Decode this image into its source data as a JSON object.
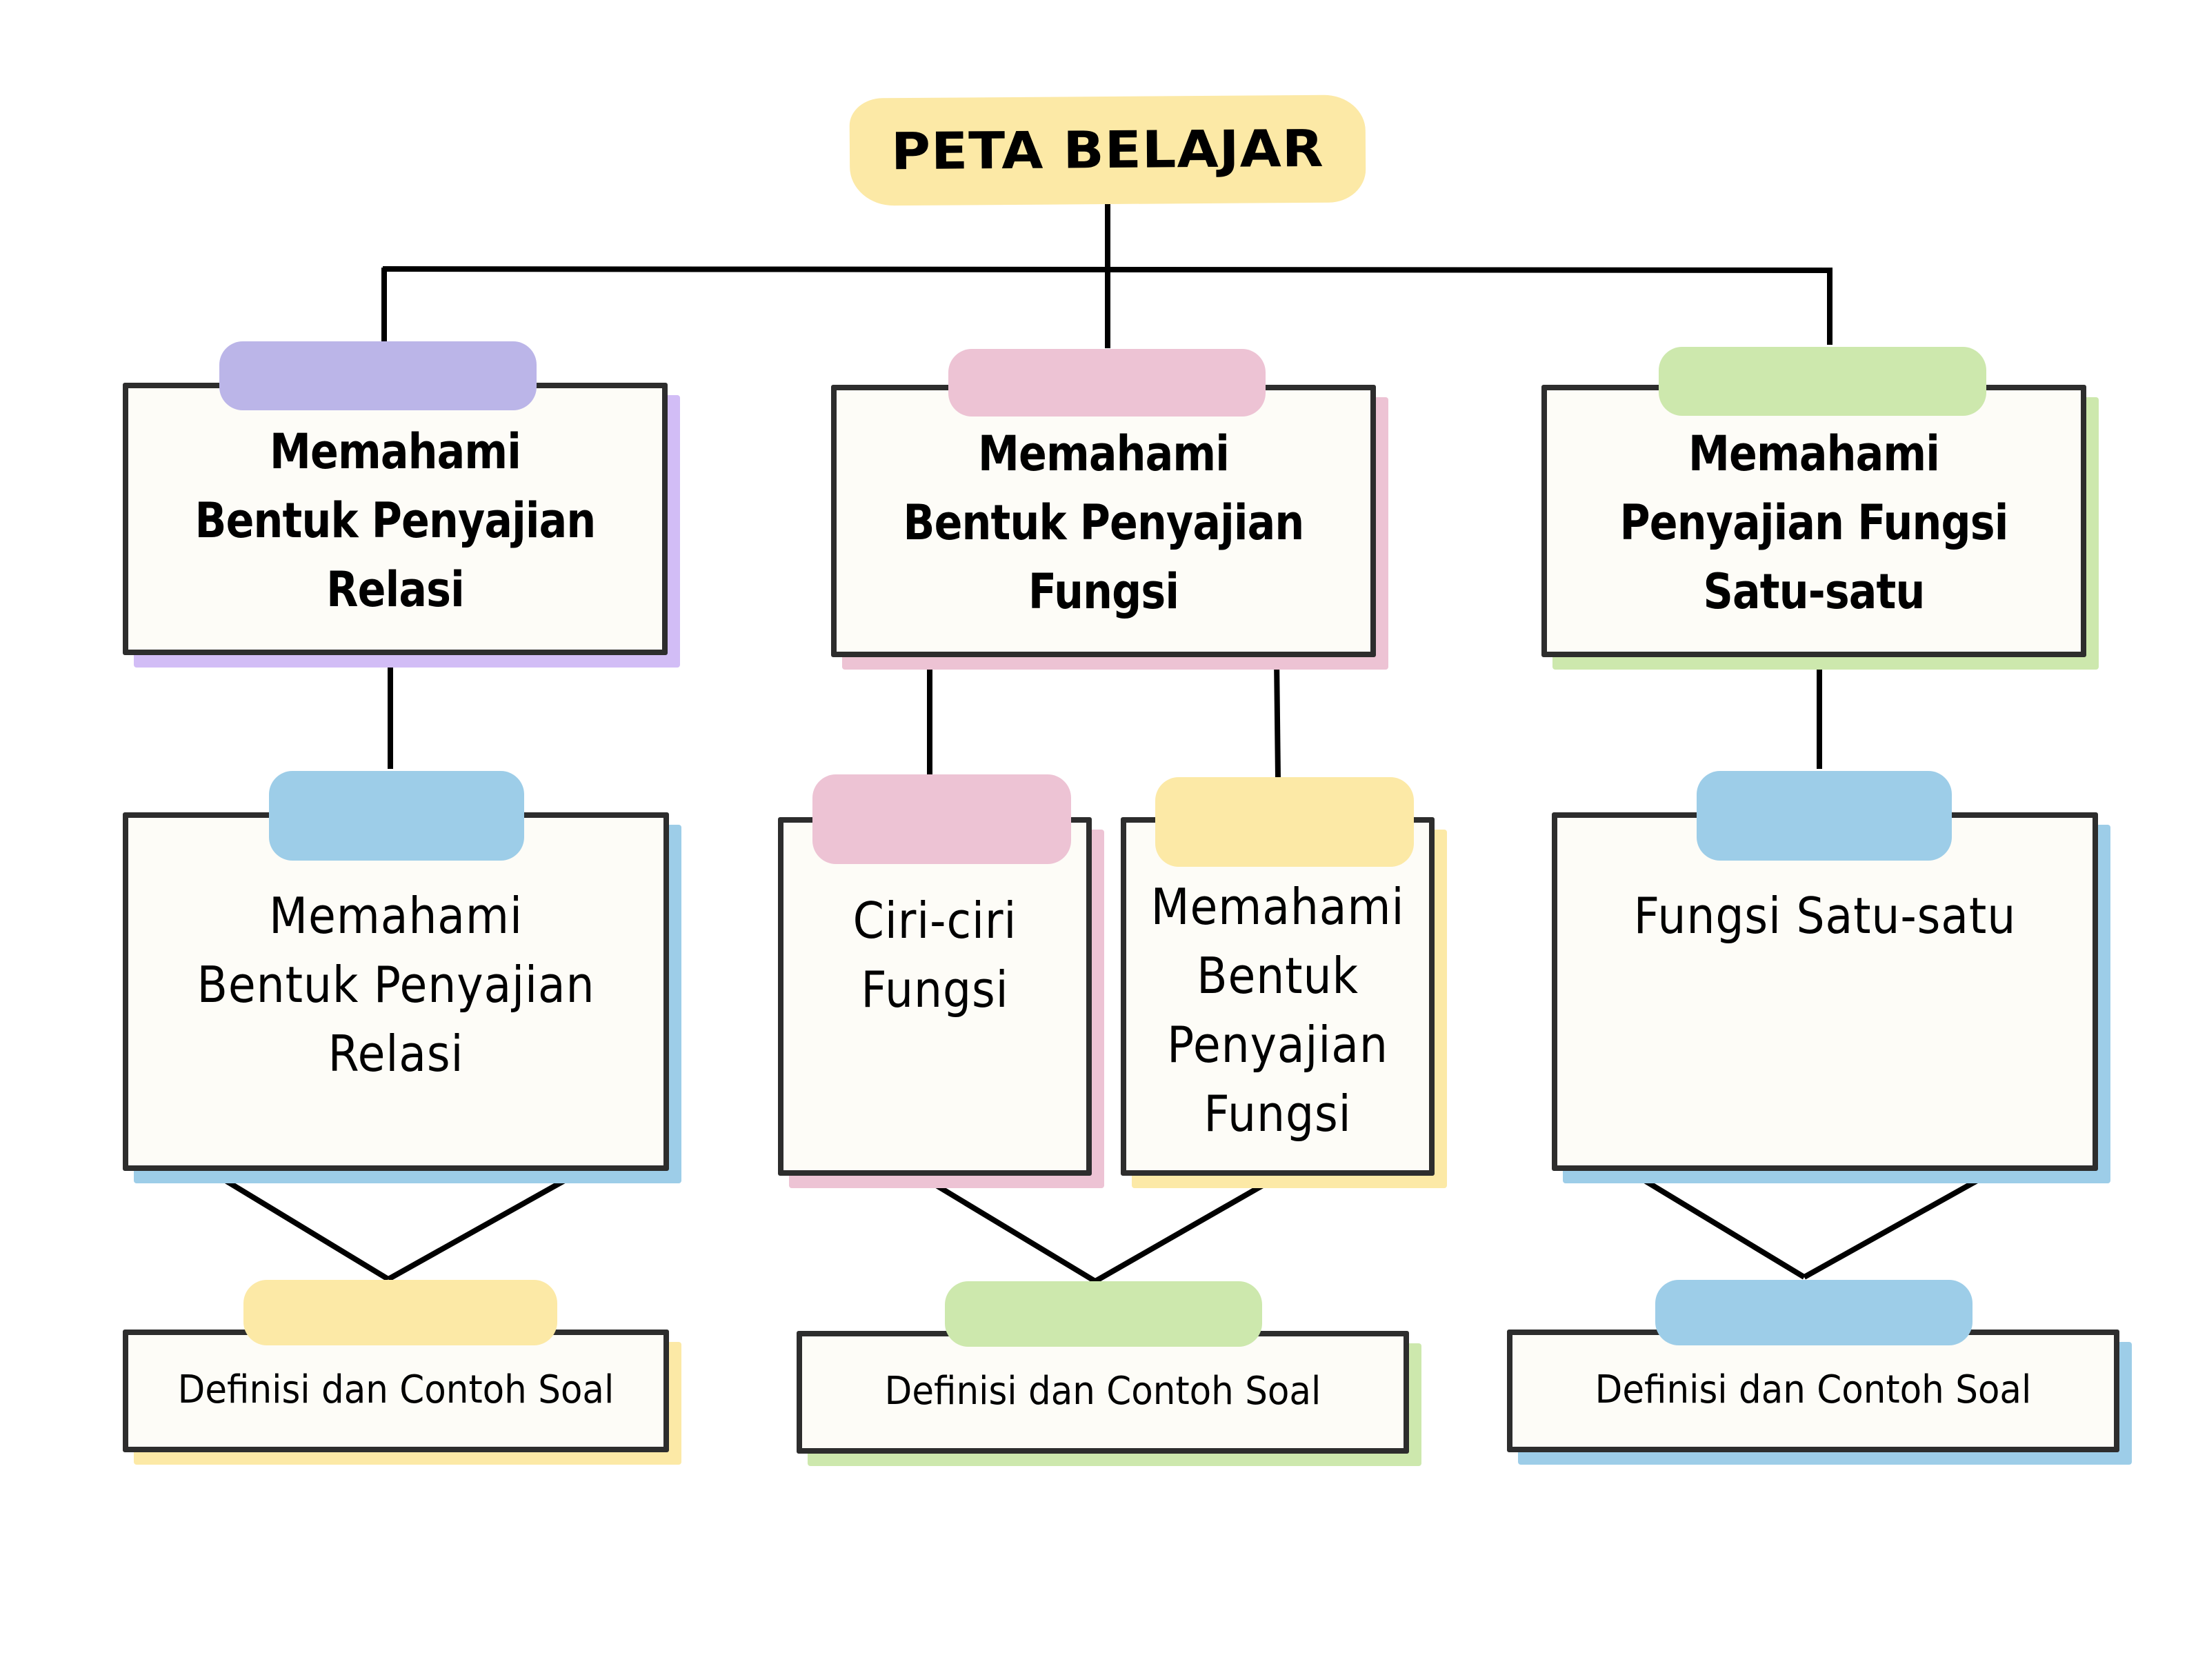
{
  "title": "PETA BELAJAR",
  "colors": {
    "title_bg": "#fce9a6",
    "purple": "#bbb5e8",
    "purple_shadow": "#d2bdf6",
    "pink": "#edc3d4",
    "green": "#cde8ad",
    "blue": "#9dcde8",
    "yellow": "#fce9a6",
    "card_bg": "#fdfcf7",
    "border": "#2d2d2d"
  },
  "level1": [
    {
      "lines": [
        "Memahami",
        "Bentuk Penyajian",
        "Relasi"
      ],
      "accent": "purple"
    },
    {
      "lines": [
        "Memahami",
        "Bentuk Penyajian",
        "Fungsi"
      ],
      "accent": "pink"
    },
    {
      "lines": [
        "Memahami",
        "Penyajian Fungsi",
        "Satu-satu"
      ],
      "accent": "green"
    }
  ],
  "level2": [
    {
      "lines": [
        "Memahami",
        "Bentuk Penyajian",
        "Relasi"
      ],
      "accent": "blue"
    },
    {
      "lines": [
        "Ciri-ciri",
        "Fungsi"
      ],
      "accent": "pink"
    },
    {
      "lines": [
        "Memahami",
        "Bentuk",
        "Penyajian",
        "Fungsi"
      ],
      "accent": "yellow"
    },
    {
      "lines": [
        "Fungsi Satu-satu"
      ],
      "accent": "blue"
    }
  ],
  "level3": [
    {
      "label": "Definisi dan Contoh Soal",
      "accent": "yellow"
    },
    {
      "label": "Definisi dan Contoh Soal",
      "accent": "green"
    },
    {
      "label": "Definisi dan Contoh Soal",
      "accent": "blue"
    }
  ]
}
